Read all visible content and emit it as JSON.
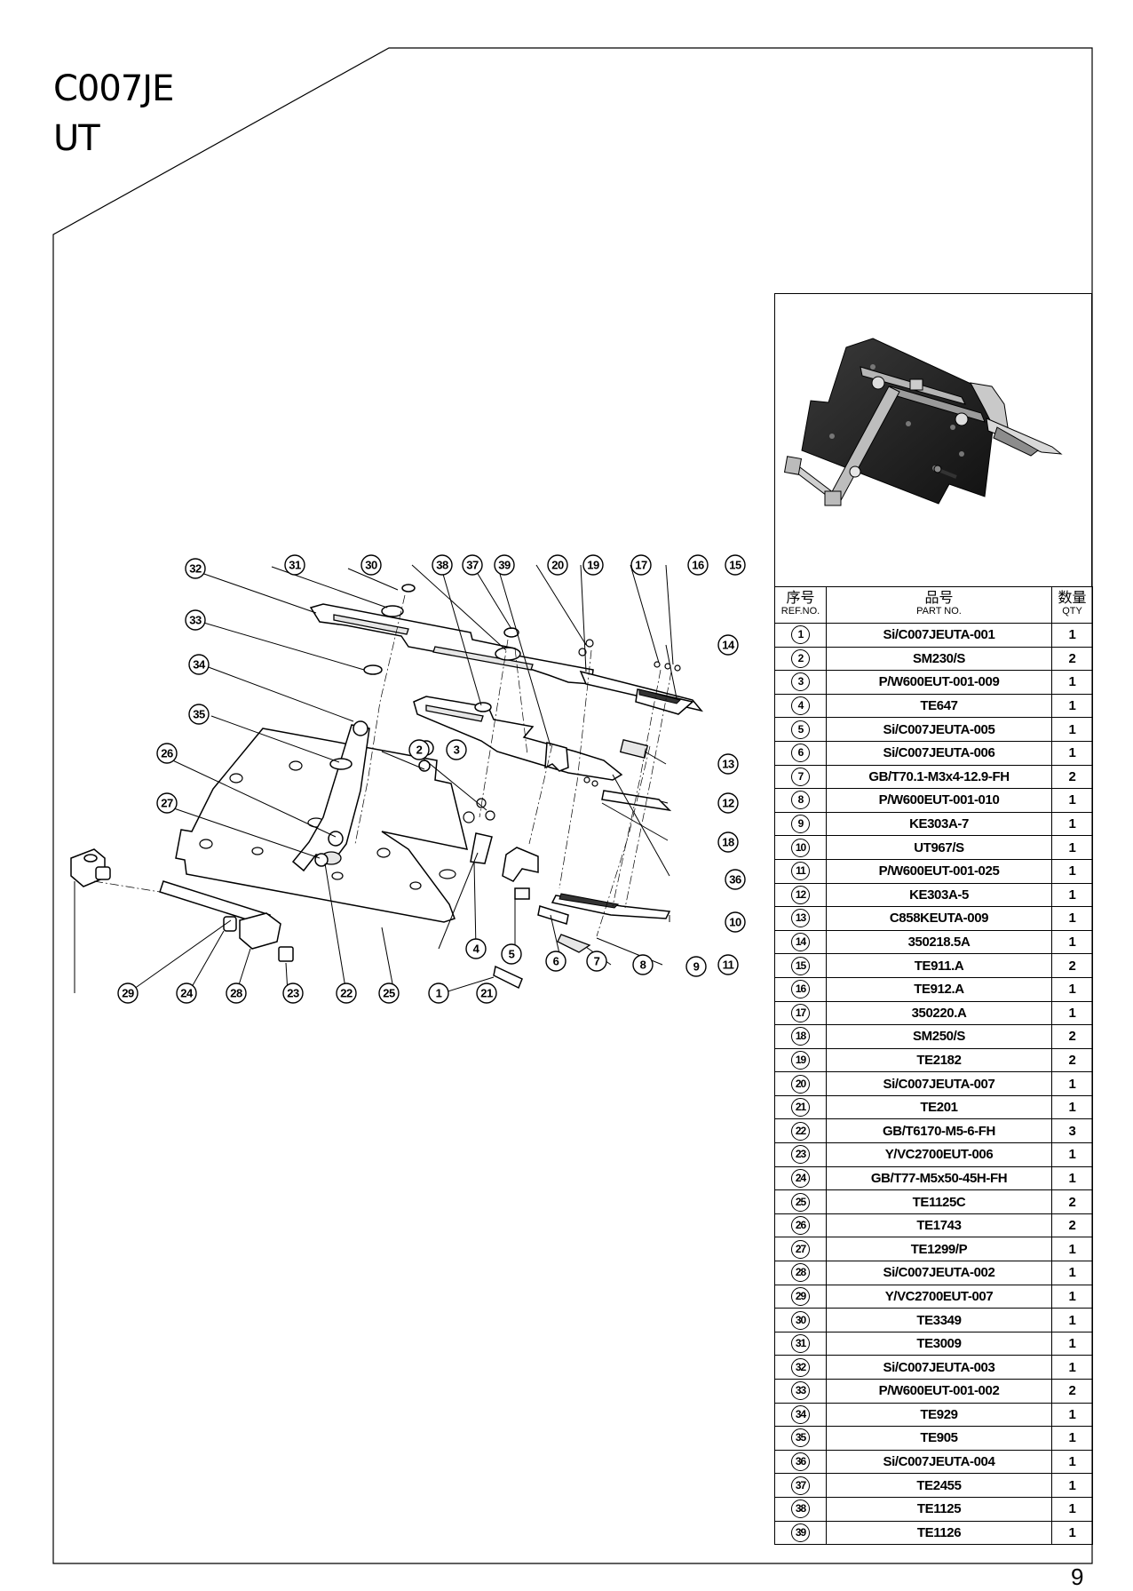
{
  "header": {
    "model": "C007JE",
    "variant": "UT"
  },
  "table": {
    "headers": {
      "ref_zh": "序号",
      "ref_en": "REF.NO.",
      "part_zh": "品号",
      "part_en": "PART NO.",
      "qty_zh": "数量",
      "qty_en": "QTY"
    },
    "rows": [
      {
        "ref": "1",
        "part": "Si/C007JEUTA-001",
        "qty": "1"
      },
      {
        "ref": "2",
        "part": "SM230/S",
        "qty": "2"
      },
      {
        "ref": "3",
        "part": "P/W600EUT-001-009",
        "qty": "1"
      },
      {
        "ref": "4",
        "part": "TE647",
        "qty": "1"
      },
      {
        "ref": "5",
        "part": "Si/C007JEUTA-005",
        "qty": "1"
      },
      {
        "ref": "6",
        "part": "Si/C007JEUTA-006",
        "qty": "1"
      },
      {
        "ref": "7",
        "part": "GB/T70.1-M3x4-12.9-FH",
        "qty": "2"
      },
      {
        "ref": "8",
        "part": "P/W600EUT-001-010",
        "qty": "1"
      },
      {
        "ref": "9",
        "part": "KE303A-7",
        "qty": "1"
      },
      {
        "ref": "10",
        "part": "UT967/S",
        "qty": "1"
      },
      {
        "ref": "11",
        "part": "P/W600EUT-001-025",
        "qty": "1"
      },
      {
        "ref": "12",
        "part": "KE303A-5",
        "qty": "1"
      },
      {
        "ref": "13",
        "part": "C858KEUTA-009",
        "qty": "1"
      },
      {
        "ref": "14",
        "part": "350218.5A",
        "qty": "1"
      },
      {
        "ref": "15",
        "part": "TE911.A",
        "qty": "2"
      },
      {
        "ref": "16",
        "part": "TE912.A",
        "qty": "1"
      },
      {
        "ref": "17",
        "part": "350220.A",
        "qty": "1"
      },
      {
        "ref": "18",
        "part": "SM250/S",
        "qty": "2"
      },
      {
        "ref": "19",
        "part": "TE2182",
        "qty": "2"
      },
      {
        "ref": "20",
        "part": "Si/C007JEUTA-007",
        "qty": "1"
      },
      {
        "ref": "21",
        "part": "TE201",
        "qty": "1"
      },
      {
        "ref": "22",
        "part": "GB/T6170-M5-6-FH",
        "qty": "3"
      },
      {
        "ref": "23",
        "part": "Y/VC2700EUT-006",
        "qty": "1"
      },
      {
        "ref": "24",
        "part": "GB/T77-M5x50-45H-FH",
        "qty": "1"
      },
      {
        "ref": "25",
        "part": "TE1125C",
        "qty": "2"
      },
      {
        "ref": "26",
        "part": "TE1743",
        "qty": "2"
      },
      {
        "ref": "27",
        "part": "TE1299/P",
        "qty": "1"
      },
      {
        "ref": "28",
        "part": "Si/C007JEUTA-002",
        "qty": "1"
      },
      {
        "ref": "29",
        "part": "Y/VC2700EUT-007",
        "qty": "1"
      },
      {
        "ref": "30",
        "part": "TE3349",
        "qty": "1"
      },
      {
        "ref": "31",
        "part": "TE3009",
        "qty": "1"
      },
      {
        "ref": "32",
        "part": "Si/C007JEUTA-003",
        "qty": "1"
      },
      {
        "ref": "33",
        "part": "P/W600EUT-001-002",
        "qty": "2"
      },
      {
        "ref": "34",
        "part": "TE929",
        "qty": "1"
      },
      {
        "ref": "35",
        "part": "TE905",
        "qty": "1"
      },
      {
        "ref": "36",
        "part": "Si/C007JEUTA-004",
        "qty": "1"
      },
      {
        "ref": "37",
        "part": "TE2455",
        "qty": "1"
      },
      {
        "ref": "38",
        "part": "TE1125",
        "qty": "1"
      },
      {
        "ref": "39",
        "part": "TE1126",
        "qty": "1"
      }
    ]
  },
  "diagram": {
    "callouts": [
      "1",
      "2",
      "3",
      "4",
      "5",
      "6",
      "7",
      "8",
      "9",
      "10",
      "11",
      "12",
      "13",
      "14",
      "15",
      "16",
      "17",
      "18",
      "19",
      "20",
      "21",
      "22",
      "23",
      "24",
      "25",
      "26",
      "27",
      "28",
      "29",
      "30",
      "31",
      "32",
      "33",
      "34",
      "35",
      "36",
      "37",
      "38",
      "39"
    ]
  },
  "footer": {
    "page_number": "9"
  }
}
